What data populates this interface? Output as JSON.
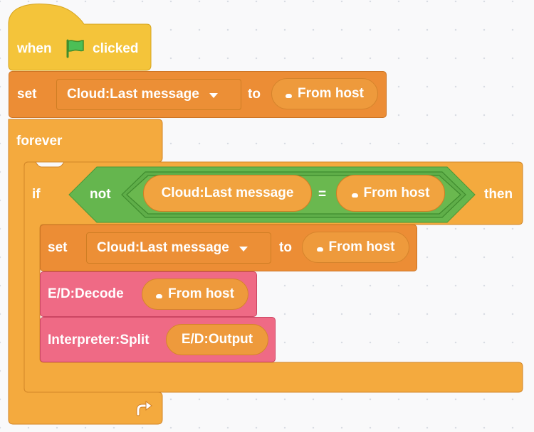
{
  "colors": {
    "events": "#f4c43a",
    "control": "#f1a33f",
    "variables": "#ed8b35",
    "operators": "#6ab84f",
    "extension": "#ee6b86"
  },
  "hat": {
    "when": "when",
    "flag_icon": "green-flag-icon",
    "clicked": "clicked"
  },
  "set1": {
    "set": "set",
    "variable": "Cloud:Last message",
    "to": "to",
    "value": "From host"
  },
  "forever": {
    "label": "forever",
    "loop_icon": "loop-arrow-icon"
  },
  "if_block": {
    "if": "if",
    "not": "not",
    "left": "Cloud:Last message",
    "equals": "=",
    "right": "From host",
    "then": "then"
  },
  "set2": {
    "set": "set",
    "variable": "Cloud:Last message",
    "to": "to",
    "value": "From host"
  },
  "decode": {
    "label": "E/D:Decode",
    "value": "From host"
  },
  "split": {
    "label": "Interpreter:Split",
    "value": "E/D:Output"
  }
}
